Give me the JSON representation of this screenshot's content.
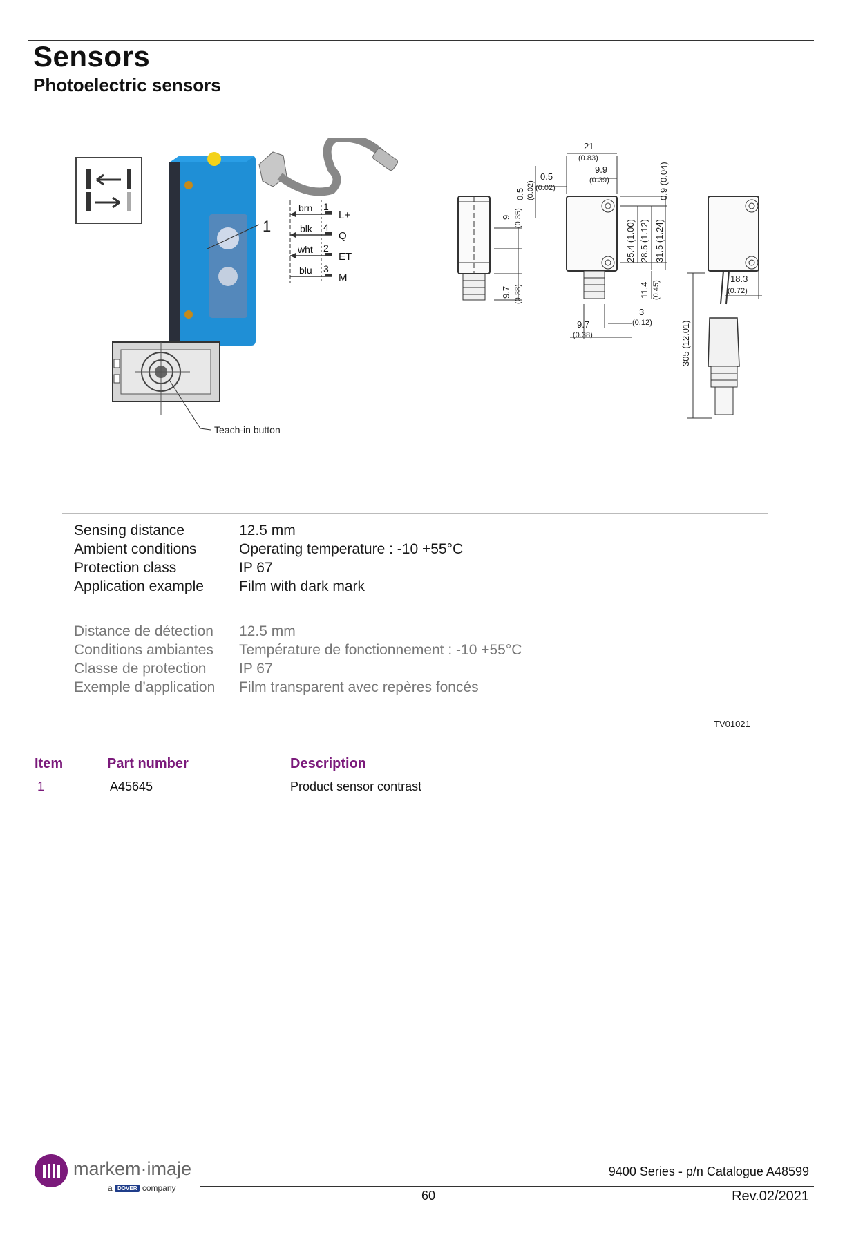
{
  "header": {
    "title": "Sensors",
    "subtitle": "Photoelectric sensors"
  },
  "figure": {
    "teach_label": "Teach-in button",
    "callout": "1",
    "wiring": [
      {
        "color": "brn",
        "pin": "1",
        "sig": "L+"
      },
      {
        "color": "blk",
        "pin": "4",
        "sig": "Q"
      },
      {
        "color": "wht",
        "pin": "2",
        "sig": "ET"
      },
      {
        "color": "blu",
        "pin": "3",
        "sig": "M"
      }
    ],
    "dims": {
      "d21": "21",
      "d21i": "(0.83)",
      "d99": "9.9",
      "d99i": "(0.39)",
      "d05a": "0.5",
      "d05ai": "(0.02)",
      "d05b": "0.5",
      "d05bi": "(0.02)",
      "d09": "0.9 (0.04)",
      "d9": "9",
      "d9i": "(0.35)",
      "d97a": "9.7",
      "d97ai": "(0.38)",
      "d254": "25.4 (1.00)",
      "d285": "28.5 (1.12)",
      "d315": "31.5 (1.24)",
      "d114": "11.4",
      "d114i": "(0.45)",
      "d3": "3",
      "d3i": "(0.12)",
      "d97b": "9.7",
      "d97bi": "(0.38)",
      "d183": "18.3",
      "d183i": "(0.72)",
      "d305": "305 (12.01)"
    }
  },
  "specs_en": [
    {
      "label": "Sensing distance",
      "value": "12.5 mm"
    },
    {
      "label": "Ambient conditions",
      "value": "Operating temperature : -10 +55°C"
    },
    {
      "label": "Protection class",
      "value": "IP 67"
    },
    {
      "label": "Application example",
      "value": "Film with dark mark"
    }
  ],
  "specs_fr": [
    {
      "label": "Distance de détection",
      "value": "12.5 mm"
    },
    {
      "label": "Conditions ambiantes",
      "value": "Température de fonctionnement : -10 +55°C"
    },
    {
      "label": "Classe de protection",
      "value": "IP 67"
    },
    {
      "label": "Exemple d’application",
      "value": "Film transparent avec repères foncés"
    }
  ],
  "ref_code": "TV01021",
  "table": {
    "headers": {
      "item": "Item",
      "part": "Part number",
      "desc": "Description"
    },
    "rows": [
      {
        "item": "1",
        "part": "A45645",
        "desc": "Product sensor contrast"
      }
    ]
  },
  "footer": {
    "catalogue": "9400 Series - p/n Catalogue A48599",
    "page": "60",
    "rev": "Rev.02/2021",
    "logo": "markem·imaje",
    "logo_pre": "a",
    "logo_dover": "DOVER",
    "logo_post": "company"
  }
}
